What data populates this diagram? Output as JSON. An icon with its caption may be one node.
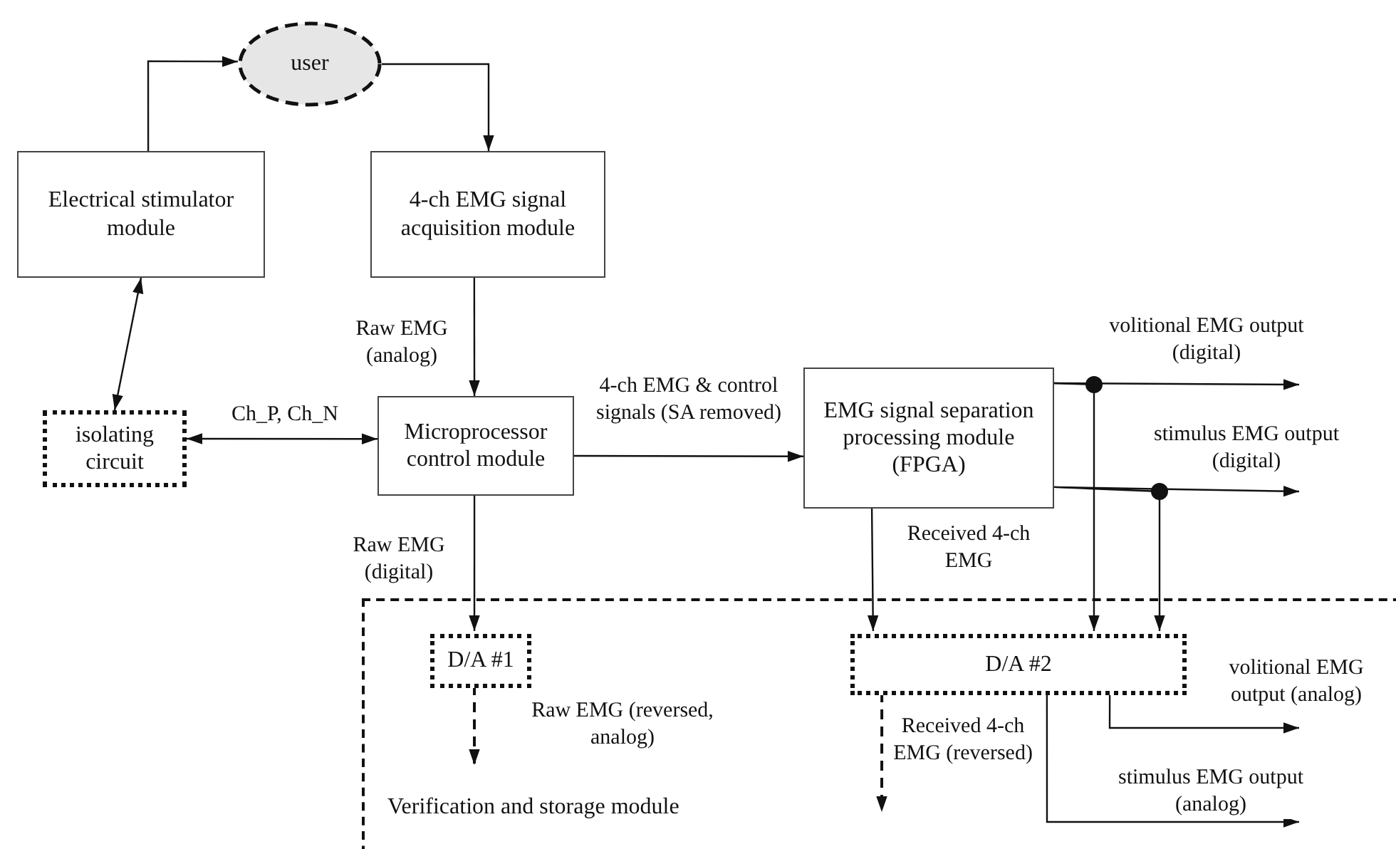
{
  "diagram": {
    "nodes": [
      {
        "text": [
          "user"
        ]
      },
      {
        "text": [
          "Electrical stimulator module"
        ]
      },
      {
        "text": [
          "4-ch EMG signal acquisition module"
        ]
      },
      {
        "text": [
          "isolating circuit"
        ]
      },
      {
        "text": [
          "Microprocessor control module"
        ]
      },
      {
        "text": [
          "EMG signal separation processing module (FPGA)"
        ]
      },
      {
        "text": [
          "Verification and storage module"
        ]
      },
      {
        "text": [
          "D/A #1"
        ],
        "in": 6
      },
      {
        "text": [
          "D/A #2"
        ],
        "in": 6
      }
    ],
    "edges": [
      {
        "from": 1,
        "to": 0,
        "arrow": "to"
      },
      {
        "from": 0,
        "to": 2,
        "arrow": "to"
      },
      {
        "from": 1,
        "to": 3,
        "arrow": "both"
      },
      {
        "from": 3,
        "to": 4,
        "arrow": "both",
        "label": "Ch_P, Ch_N"
      },
      {
        "from": 2,
        "to": 4,
        "arrow": "to",
        "label": "Raw EMG (analog)"
      },
      {
        "from": 4,
        "to": 5,
        "arrow": "to",
        "label": "4-ch EMG & control signals (SA removed)"
      },
      {
        "from": 4,
        "to": 7,
        "arrow": "to",
        "label": "Raw EMG (digital)"
      },
      {
        "from": 5,
        "to": 8,
        "arrow": "to",
        "label": "Received 4-ch EMG"
      },
      {
        "from": 5,
        "to": null,
        "arrow": "to",
        "label": "volitional EMG output (digital)"
      },
      {
        "from": 5,
        "to": null,
        "arrow": "to",
        "label": "stimulus EMG output (digital)"
      },
      {
        "from": 5,
        "to": 8,
        "arrow": "to"
      },
      {
        "from": 5,
        "to": 8,
        "arrow": "to"
      },
      {
        "from": 7,
        "to": null,
        "arrow": "to",
        "style": "dashed",
        "label": "Raw EMG (reversed, analog)"
      },
      {
        "from": 8,
        "to": null,
        "arrow": "to",
        "style": "dashed",
        "label": "Received 4-ch EMG (reversed)"
      },
      {
        "from": 8,
        "to": null,
        "arrow": "to",
        "label": "volitional EMG output (analog)"
      },
      {
        "from": 8,
        "to": null,
        "arrow": "to",
        "label": "stimulus EMG output (analog)"
      }
    ]
  }
}
